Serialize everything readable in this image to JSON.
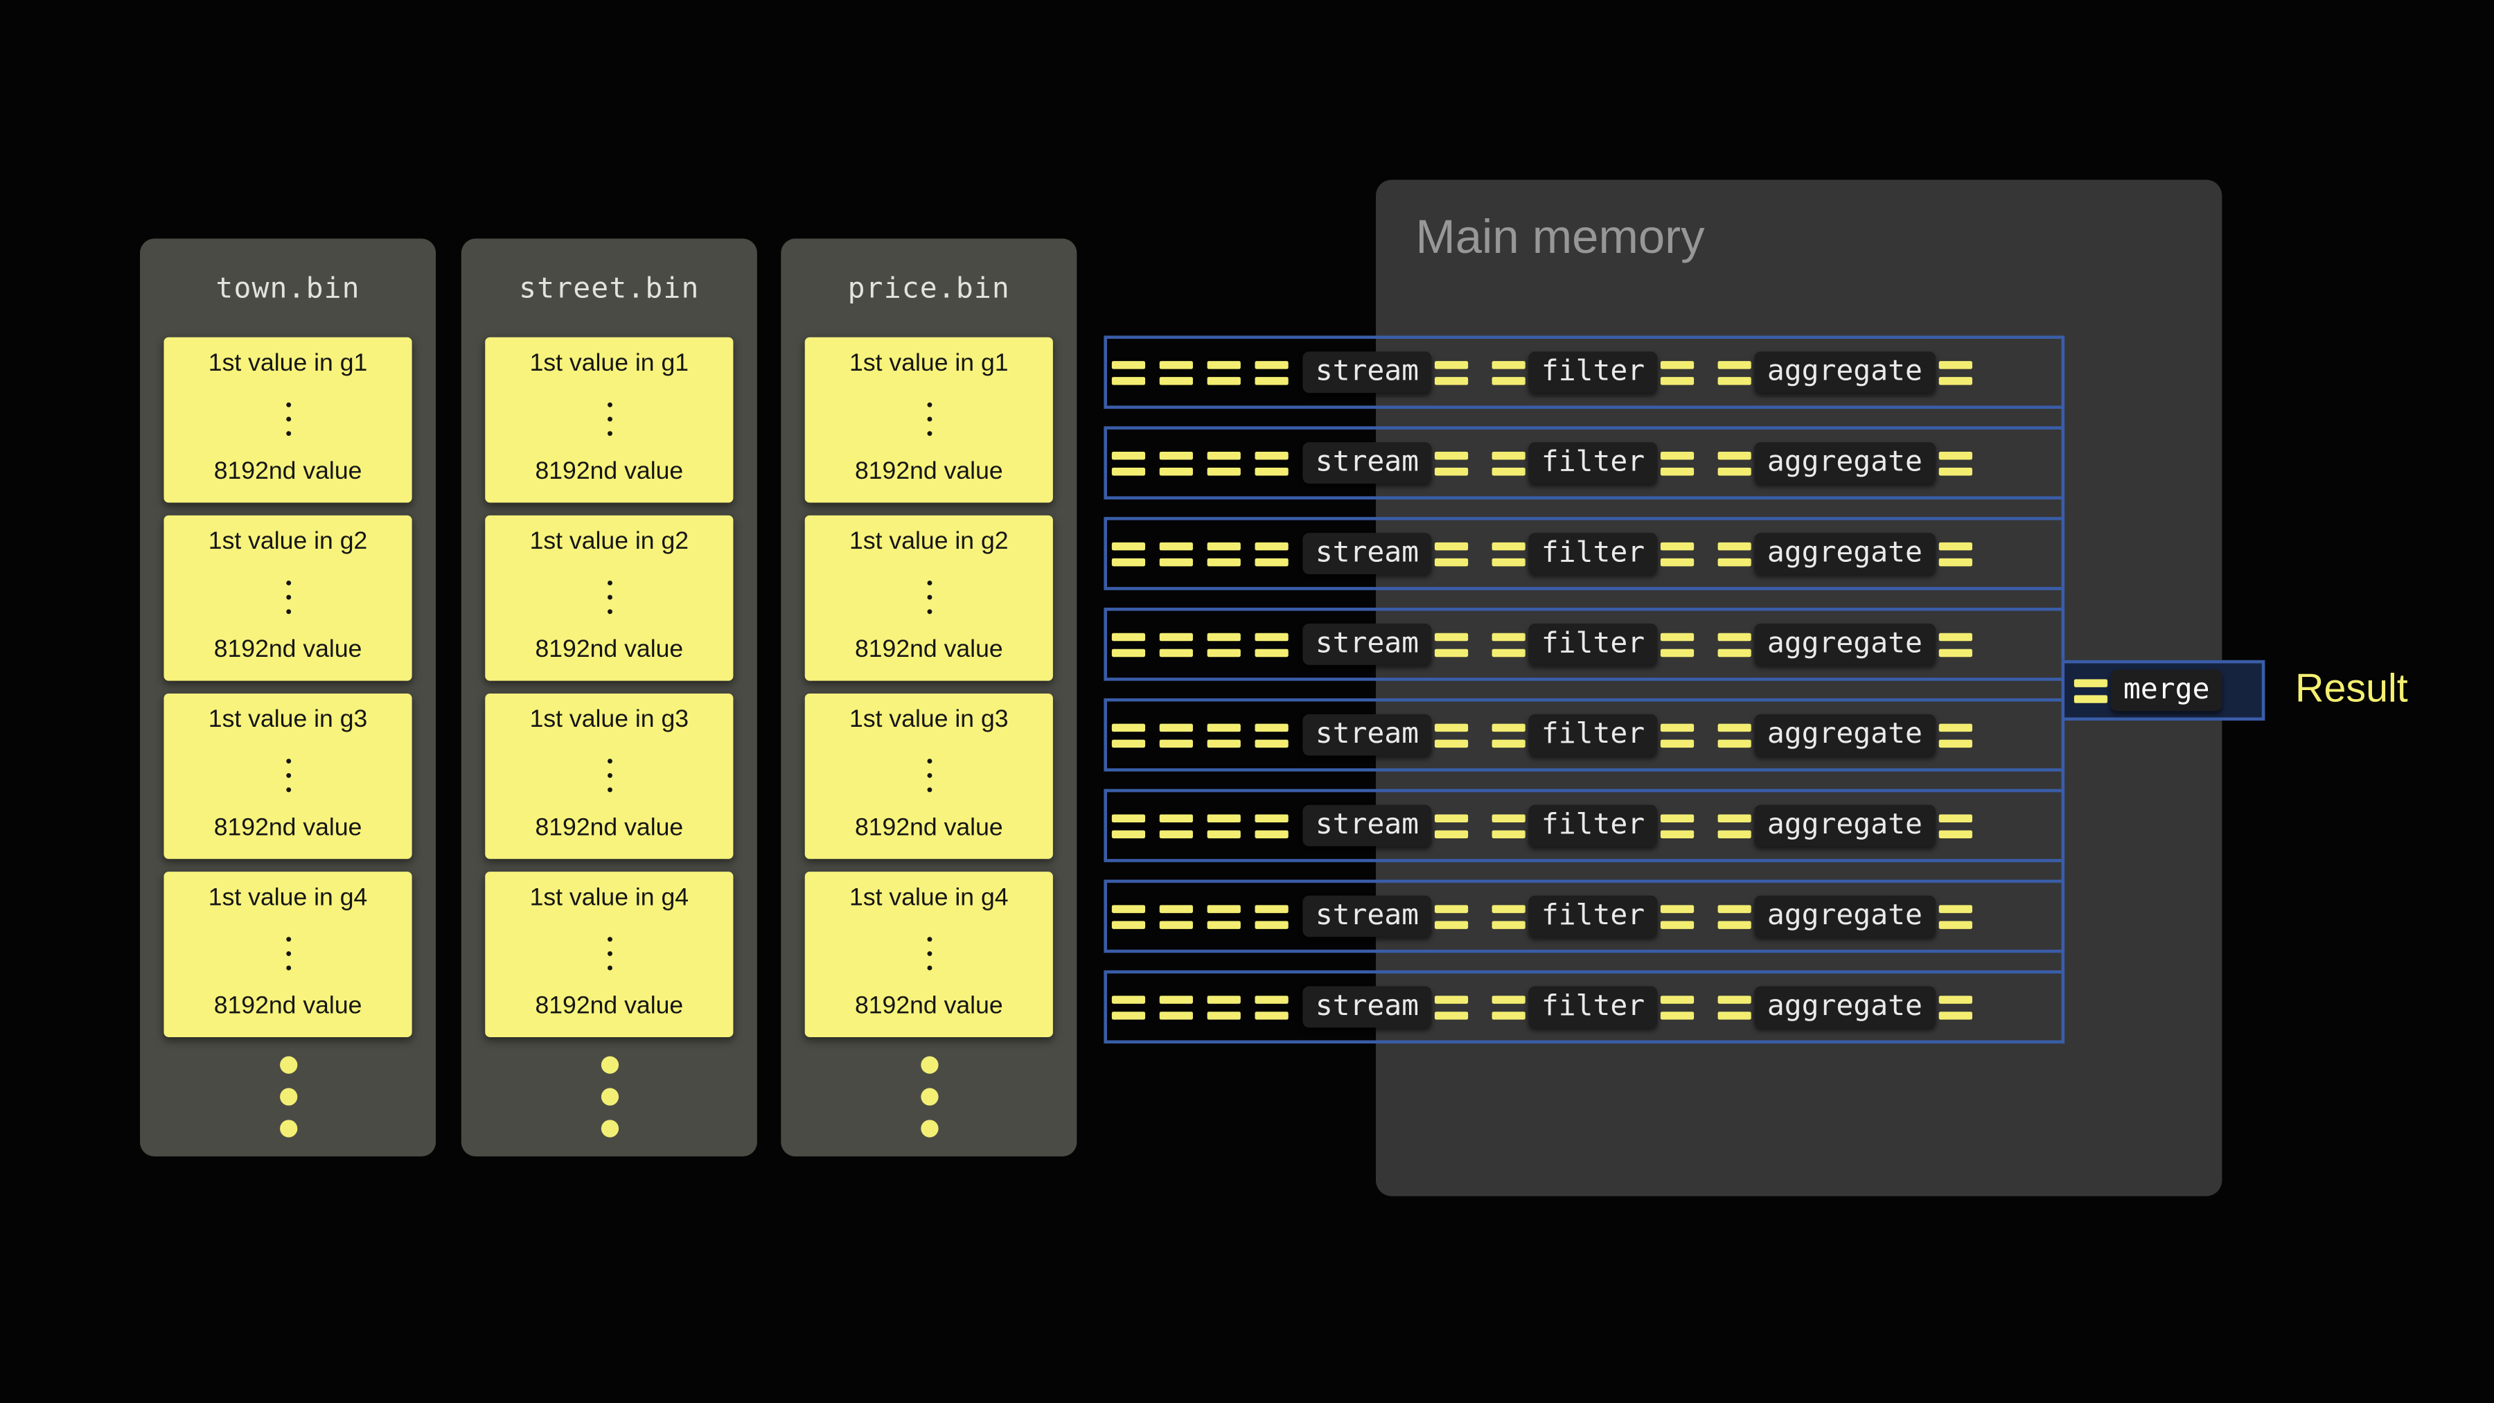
{
  "files": [
    {
      "name": "town.bin",
      "groups": [
        {
          "first": "1st value in g1",
          "last": "8192nd value"
        },
        {
          "first": "1st value in g2",
          "last": "8192nd value"
        },
        {
          "first": "1st value in g3",
          "last": "8192nd value"
        },
        {
          "first": "1st value in g4",
          "last": "8192nd value"
        }
      ]
    },
    {
      "name": "street.bin",
      "groups": [
        {
          "first": "1st value in g1",
          "last": "8192nd value"
        },
        {
          "first": "1st value in g2",
          "last": "8192nd value"
        },
        {
          "first": "1st value in g3",
          "last": "8192nd value"
        },
        {
          "first": "1st value in g4",
          "last": "8192nd value"
        }
      ]
    },
    {
      "name": "price.bin",
      "groups": [
        {
          "first": "1st value in g1",
          "last": "8192nd value"
        },
        {
          "first": "1st value in g2",
          "last": "8192nd value"
        },
        {
          "first": "1st value in g3",
          "last": "8192nd value"
        },
        {
          "first": "1st value in g4",
          "last": "8192nd value"
        }
      ]
    }
  ],
  "main_memory": {
    "title": "Main memory"
  },
  "pipeline": {
    "row_count": 8,
    "stages": {
      "stream": "stream",
      "filter": "filter",
      "aggregate": "aggregate"
    },
    "merge": "merge"
  },
  "result": {
    "label": "Result"
  },
  "colors": {
    "background": "#040404",
    "column_bg": "#4B4B45",
    "block_yellow": "#F7F37C",
    "accent_yellow": "#F3EE72",
    "pipeline_blue": "#3A5DA8",
    "panel_bg": "#363636",
    "chip_bg": "#1E1E1E"
  }
}
